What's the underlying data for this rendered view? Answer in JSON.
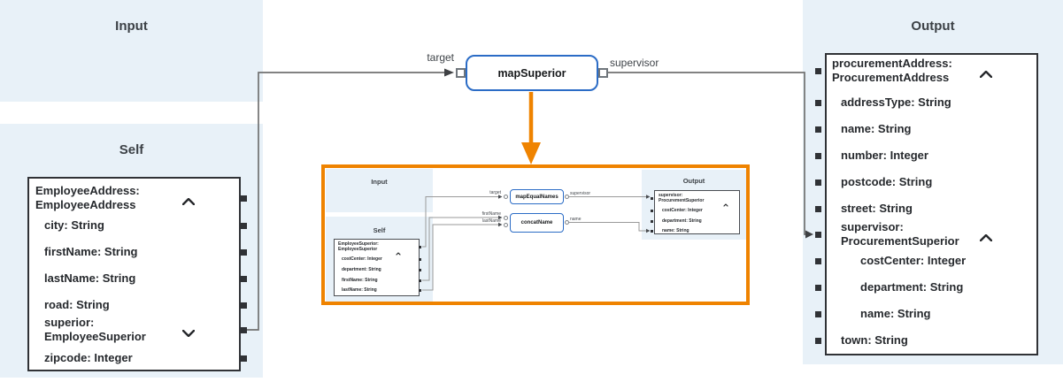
{
  "panels": {
    "input": {
      "title": "Input"
    },
    "self_panel": {
      "title": "Self"
    },
    "output": {
      "title": "Output"
    }
  },
  "map_node": {
    "label": "mapSuperior",
    "input_label": "target",
    "output_label": "supervisor"
  },
  "self_tree": {
    "rows": [
      {
        "lines": [
          "EmployeeAddress:",
          "EmployeeAddress"
        ],
        "chevron": "up",
        "indent": 0
      },
      {
        "lines": [
          "city: String"
        ],
        "indent": 1
      },
      {
        "lines": [
          "firstName: String"
        ],
        "indent": 1
      },
      {
        "lines": [
          "lastName: String"
        ],
        "indent": 1
      },
      {
        "lines": [
          "road: String"
        ],
        "indent": 1
      },
      {
        "lines": [
          "superior:",
          "EmployeeSuperior"
        ],
        "chevron": "down",
        "indent": 1
      },
      {
        "lines": [
          "zipcode: Integer"
        ],
        "indent": 1
      }
    ]
  },
  "output_tree": {
    "rows": [
      {
        "lines": [
          "procurementAddress:",
          "ProcurementAddress"
        ],
        "chevron": "up",
        "indent": 0
      },
      {
        "lines": [
          "addressType: String"
        ],
        "indent": 1
      },
      {
        "lines": [
          "name: String"
        ],
        "indent": 1
      },
      {
        "lines": [
          "number: Integer"
        ],
        "indent": 1
      },
      {
        "lines": [
          "postcode: String"
        ],
        "indent": 1
      },
      {
        "lines": [
          "street: String"
        ],
        "indent": 1
      },
      {
        "lines": [
          "supervisor:",
          "ProcurementSuperior"
        ],
        "chevron": "up",
        "indent": 1
      },
      {
        "lines": [
          "costCenter: Integer"
        ],
        "indent": 2
      },
      {
        "lines": [
          "department: String"
        ],
        "indent": 2
      },
      {
        "lines": [
          "name: String"
        ],
        "indent": 2
      },
      {
        "lines": [
          "town: String"
        ],
        "indent": 1
      }
    ]
  },
  "preview": {
    "panels": {
      "input": "Input",
      "self_panel": "Self",
      "output": "Output"
    },
    "nodes": [
      {
        "label": "mapEqualNames",
        "input_labels": [
          "target"
        ],
        "output_label": "supervisor"
      },
      {
        "label": "concatName",
        "input_labels": [
          "firstName",
          "lastName"
        ],
        "output_label": "name"
      }
    ],
    "self_tree": {
      "rows": [
        {
          "lines": [
            "EmployeeSuperior:",
            "EmployeeSuperior"
          ],
          "chevron": "up",
          "indent": 0
        },
        {
          "lines": [
            "costCenter: Integer"
          ],
          "indent": 1
        },
        {
          "lines": [
            "department: String"
          ],
          "indent": 1
        },
        {
          "lines": [
            "firstName: String"
          ],
          "indent": 1
        },
        {
          "lines": [
            "lastName: String"
          ],
          "indent": 1
        }
      ]
    },
    "output_tree": {
      "rows": [
        {
          "lines": [
            "supervisor:",
            "ProcurementSuperior"
          ],
          "chevron": "up",
          "indent": 0
        },
        {
          "lines": [
            "costCenter: Integer"
          ],
          "indent": 1
        },
        {
          "lines": [
            "department: String"
          ],
          "indent": 1
        },
        {
          "lines": [
            "name: String"
          ],
          "indent": 1
        }
      ]
    }
  },
  "colors": {
    "panel_bg": "#e8f1f8",
    "node_border_blue": "#2b6cc6",
    "highlight_orange": "#ef8300",
    "connector_gray": "#717171",
    "box_border": "#303236"
  }
}
